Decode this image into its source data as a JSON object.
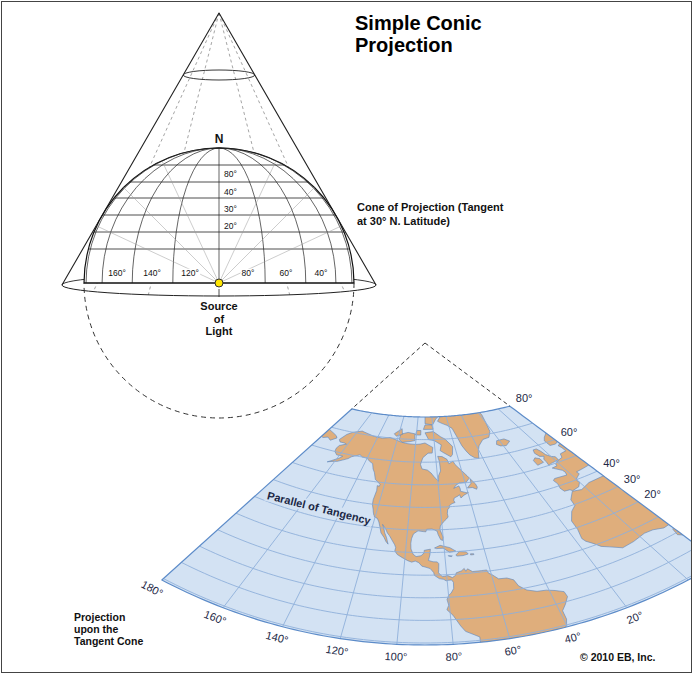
{
  "diagram": {
    "title": "Simple Conic Projection",
    "labels": [
      "N",
      "80°",
      "40°",
      "30°",
      "20°",
      "160°",
      "140°",
      "120°",
      "80°",
      "60°",
      "40°",
      "Source of Light",
      "Cone of Projection (Tangent at 30° N. Latitude)",
      "80°",
      "60°",
      "40°",
      "30°",
      "20°",
      "Parallel of Tangency",
      "180°",
      "160°",
      "140°",
      "120°",
      "100°",
      "80°",
      "60°",
      "40°",
      "20°",
      "Projection upon the Tangent Cone",
      "© 2010 EB, Inc."
    ]
  }
}
